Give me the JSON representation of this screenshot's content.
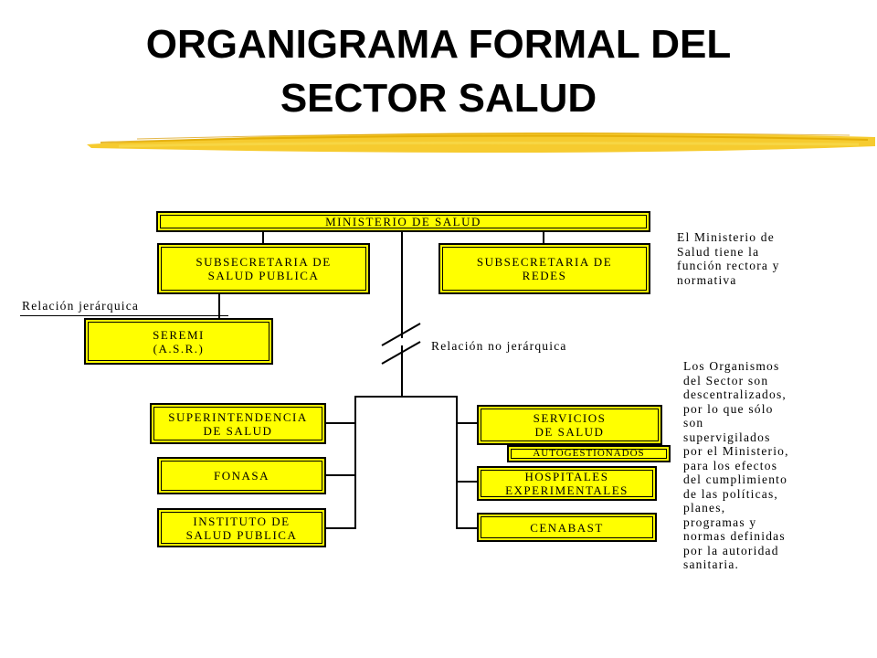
{
  "title": {
    "line1": "ORGANIGRAMA FORMAL DEL",
    "line2": "SECTOR SALUD"
  },
  "colors": {
    "box_fill": "#ffff00",
    "underline": "#f0c020",
    "line": "#000000"
  },
  "boxes": {
    "ministerio": "MINISTERIO DE SALUD",
    "subsec_salud": "SUBSECRETARIA DE\nSALUD PUBLICA",
    "subsec_redes": "SUBSECRETARIA DE\nREDES",
    "seremi": "SEREMI\n(A.S.R.)",
    "superintendencia": "SUPERINTENDENCIA\nDE SALUD",
    "fonasa": "FONASA",
    "isp": "INSTITUTO DE\nSALUD PUBLICA",
    "servicios": "SERVICIOS\nDE SALUD",
    "autogestionados": "AUTOGESTIONADOS",
    "hospitales": "HOSPITALES\nEXPERIMENTALES",
    "cenabast": "CENABAST"
  },
  "labels": {
    "relacion_jerarquica": "Relación jerárquica",
    "relacion_no_jerarquica": "Relación no jerárquica"
  },
  "notes": {
    "rectora": "El Ministerio de\nSalud tiene la\nfunción rectora y\nnormativa",
    "organismos": "Los Organismos\ndel Sector son\ndescentralizados,\npor lo que sólo\nson\nsupervigilados\npor el Ministerio,\npara los efectos\ndel cumplimiento\nde las políticas,\nplanes,\nprogramas y\nnormas definidas\npor la autoridad\nsanitaria."
  }
}
